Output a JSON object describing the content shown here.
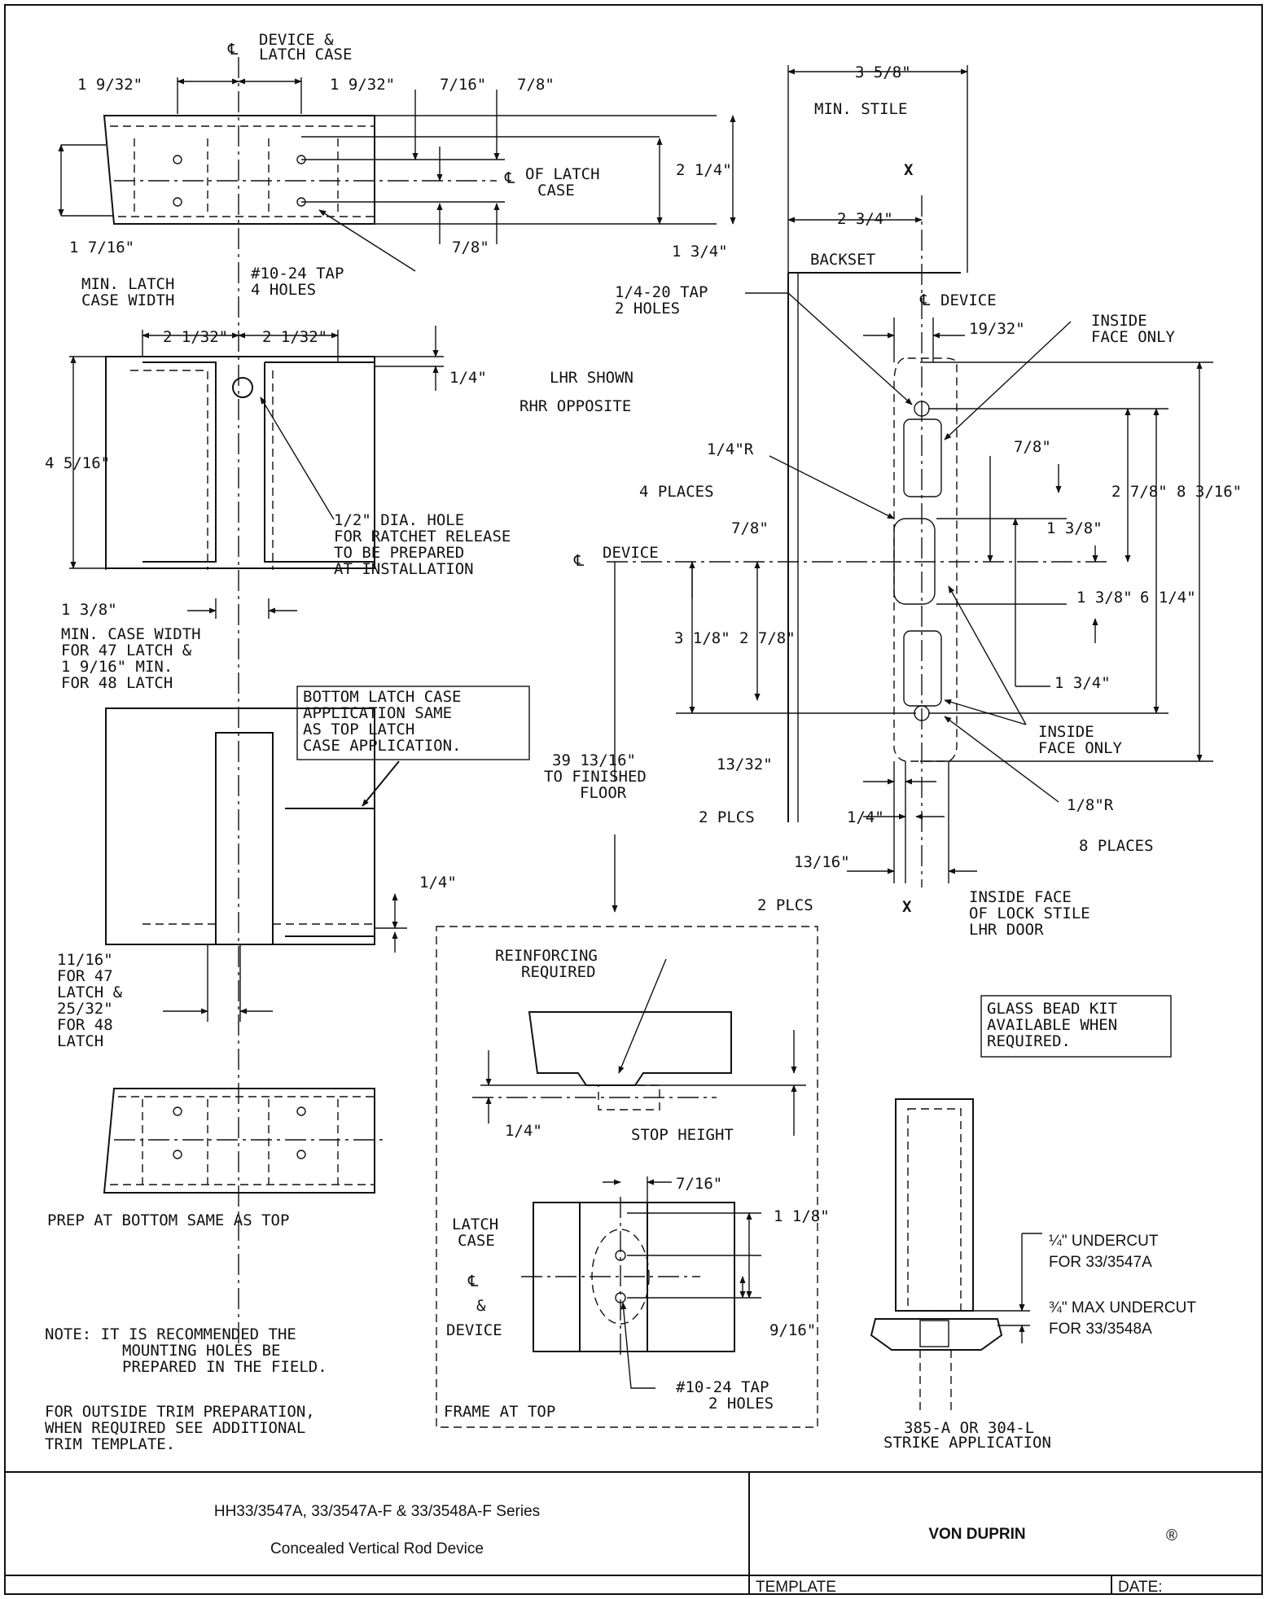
{
  "labels": {
    "cl_device_latch_1": "DEVICE &",
    "cl_device_latch_2": "LATCH CASE",
    "dim_1_9_32_left": "1 9/32\"",
    "dim_1_9_32_right": "1 9/32\"",
    "dim_7_16_top": "7/16\"",
    "dim_7_8_top": "7/8\"",
    "dim_2_1_4": "2 1/4\"",
    "cl_latch_case_1": "OF LATCH",
    "cl_latch_case_2": "CASE",
    "dim_1_7_16": "1 7/16\"",
    "dim_7_8_bottom": "7/8\"",
    "dim_1_3_4_top": "1 3/4\"",
    "min_latch_case_1": "MIN. LATCH",
    "min_latch_case_2": "CASE WIDTH",
    "tap_10_24_1": "#10-24 TAP",
    "tap_10_24_2": "4 HOLES",
    "dim_2_1_32_left": "2 1/32\"",
    "dim_2_1_32_right": "2 1/32\"",
    "dim_1_4_upper": "1/4\"",
    "dim_4_5_16": "4 5/16\"",
    "hole_note_1": "1/2\" DIA. HOLE",
    "hole_note_2": "FOR RATCHET RELEASE",
    "hole_note_3": "TO BE PREPARED",
    "hole_note_4": "AT INSTALLATION",
    "lhr_1": "LHR SHOWN",
    "lhr_2": "RHR OPPOSITE",
    "dim_1_3_8": "1 3/8\"",
    "case_width_1": "MIN. CASE WIDTH",
    "case_width_2": "FOR 47 LATCH &",
    "case_width_3": "1 9/16\" MIN.",
    "case_width_4": "FOR 48 LATCH",
    "bottom_case_1": "BOTTOM LATCH CASE",
    "bottom_case_2": "APPLICATION SAME",
    "bottom_case_3": "AS TOP LATCH",
    "bottom_case_4": "CASE APPLICATION.",
    "dim_1_4_lower": "1/4\"",
    "dim_11_16_1": "11/16\"",
    "dim_11_16_2": "FOR 47",
    "dim_11_16_3": "LATCH &",
    "dim_11_16_4": "25/32\"",
    "dim_11_16_5": "FOR 48",
    "dim_11_16_6": "LATCH",
    "prep_bottom": "PREP AT BOTTOM SAME AS TOP",
    "note_1": "NOTE: IT IS RECOMMENDED THE",
    "note_2": "MOUNTING HOLES BE",
    "note_3": "PREPARED IN THE FIELD.",
    "trim_1": "FOR OUTSIDE TRIM PREPARATION,",
    "trim_2": "WHEN REQUIRED SEE ADDITIONAL",
    "trim_3": "TRIM TEMPLATE.",
    "dim_3_5_8": "3 5/8\"",
    "min_stile": "MIN. STILE",
    "x_top": "X",
    "dim_2_3_4": "2 3/4\"",
    "backset": "BACKSET",
    "tap_1_4_20_1": "1/4-20 TAP",
    "tap_1_4_20_2": "2 HOLES",
    "cl_device_upper": "DEVICE",
    "dim_19_32": "19/32\"",
    "inside_face_top_1": "INSIDE",
    "inside_face_top_2": "FACE ONLY",
    "r_1_4": "1/4\"R",
    "four_places": "4 PLACES",
    "dim_7_8_r1": "7/8\"",
    "dim_7_8_r2": "7/8\"",
    "dim_1_3_8_r1": "1 3/8\"",
    "dim_2_7_8_r": "2 7/8\"",
    "dim_8_3_16": "8 3/16\"",
    "cl_device_mid": "DEVICE",
    "dim_3_1_8": "3 1/8\"",
    "dim_2_7_8_l": "2 7/8\"",
    "dim_1_3_8_r2": "1 3/8\"",
    "dim_6_1_4": "6 1/4\"",
    "dim_1_3_4_r": "1 3/4\"",
    "inside_face_bot_1": "INSIDE",
    "inside_face_bot_2": "FACE ONLY",
    "floor_1": "39 13/16\"",
    "floor_2": "TO FINISHED",
    "floor_3": "FLOOR",
    "dim_13_32": "13/32\"",
    "two_plcs_1": "2 PLCS",
    "dim_1_4_r": "1/4\"",
    "r_1_8": "1/8\"R",
    "eight_places": "8 PLACES",
    "dim_13_16": "13/16\"",
    "two_plcs_2": "2 PLCS",
    "x_bottom": "X",
    "stile_1": "INSIDE FACE",
    "stile_2": "OF LOCK STILE",
    "stile_3": "LHR DOOR",
    "reinforcing_1": "REINFORCING",
    "reinforcing_2": "REQUIRED",
    "dim_1_4_frame": "1/4\"",
    "stop_height": "STOP HEIGHT",
    "dim_7_16_frame": "7/16\"",
    "dim_1_1_8": "1 1/8\"",
    "latch_case_1": "LATCH",
    "latch_case_2": "CASE",
    "amp": "&",
    "device_cl": "DEVICE",
    "dim_9_16": "9/16\"",
    "tap_frame_1": "#10-24 TAP",
    "tap_frame_2": "2 HOLES",
    "frame_at_top": "FRAME AT TOP",
    "glass_1": "GLASS BEAD KIT",
    "glass_2": "AVAILABLE WHEN",
    "glass_3": "REQUIRED.",
    "undercut_1": "¼\" UNDERCUT",
    "undercut_2": "FOR 33/3547A",
    "undercut_3": "¾\" MAX UNDERCUT",
    "undercut_4": "FOR 33/3548A",
    "strike_1": "385-A OR 304-L",
    "strike_2": "STRIKE APPLICATION"
  },
  "title_block": {
    "title_line_1": "HH33/3547A, 33/3547A-F & 33/3548A-F Series",
    "title_line_2": "Concealed Vertical Rod Device",
    "brand": "VON DUPRIN",
    "template_label": "TEMPLATE",
    "date_label": "DATE:"
  }
}
